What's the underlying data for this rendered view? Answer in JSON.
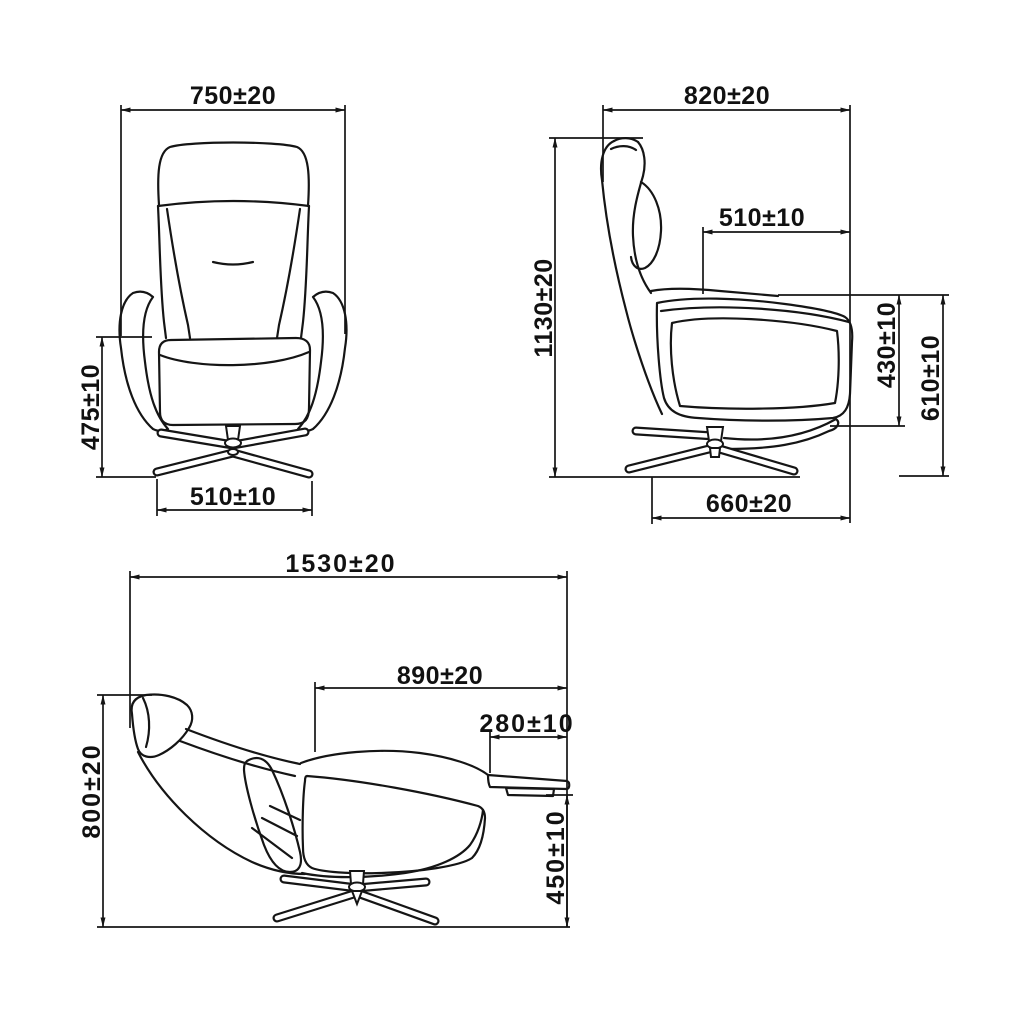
{
  "views": {
    "front": {
      "title": "front-view",
      "dims": {
        "overall_width": "750±20",
        "footstool_height": "475±10",
        "base_width": "510±10"
      }
    },
    "side": {
      "title": "side-view",
      "dims": {
        "overall_depth": "820±20",
        "overall_height": "1130±20",
        "seat_depth": "510±10",
        "seat_to_armrest": "430±10",
        "armrest_height": "610±10",
        "base_depth": "660±20"
      }
    },
    "reclined": {
      "title": "reclined-view",
      "dims": {
        "overall_length": "1530±20",
        "headrest_to_footrest": "890±20",
        "footrest_length": "280±10",
        "reclined_height": "800±20",
        "footrest_height": "450±10"
      }
    }
  },
  "colors": {
    "line": "#151515",
    "background": "#ffffff"
  }
}
